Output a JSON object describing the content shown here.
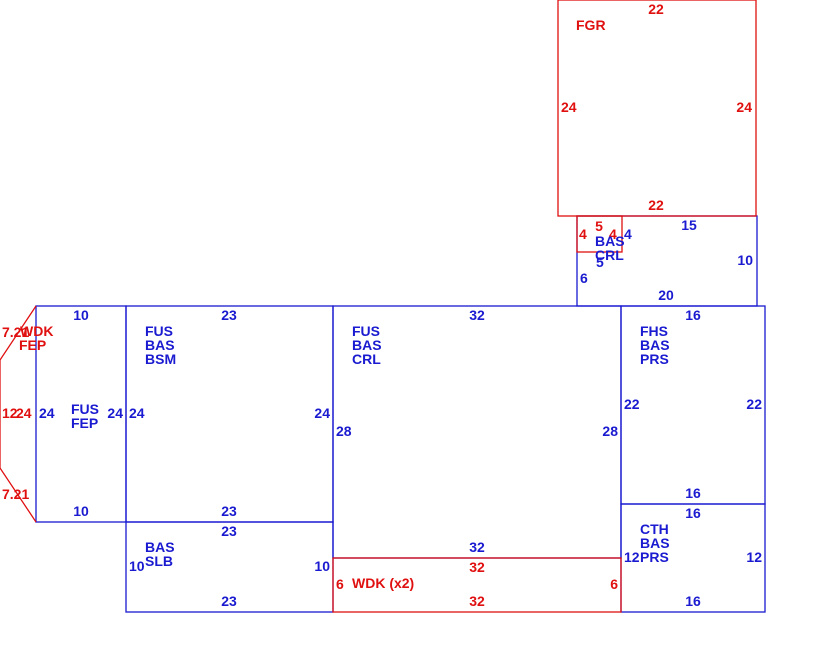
{
  "colors": {
    "blue": "#1a1ad0",
    "red": "#e01010",
    "background": "#ffffff"
  },
  "areas": {
    "fgr": {
      "codes": [
        "FGR"
      ],
      "dims": {
        "top": "22",
        "bottom": "22",
        "left": "24",
        "right": "24"
      }
    },
    "small_red": {
      "dims": {
        "top": "5",
        "left": "4",
        "right": "4"
      }
    },
    "crl_upper": {
      "codes": [
        "BAS",
        "CRL"
      ],
      "dims": {
        "top": "15",
        "bottom": "20",
        "left": "6",
        "right": "10",
        "inner": "5"
      }
    },
    "wdk_side": {
      "codes": [
        "WDK",
        "FEP"
      ],
      "dims": {
        "top_diag": "7.21",
        "bottom_diag": "7.21",
        "left": "12",
        "right": "24"
      }
    },
    "fep": {
      "codes": [
        "FUS",
        "FEP"
      ],
      "dims": {
        "top": "10",
        "bottom": "10",
        "left": "24",
        "right": "24"
      }
    },
    "bsm": {
      "codes": [
        "FUS",
        "BAS",
        "BSM"
      ],
      "dims": {
        "top": "23",
        "bottom": "23",
        "left": "24",
        "right": "24"
      }
    },
    "crl_main": {
      "codes": [
        "FUS",
        "BAS",
        "CRL"
      ],
      "dims": {
        "top": "32",
        "bottom": "32",
        "left": "28",
        "right": "28"
      }
    },
    "prs_upper": {
      "codes": [
        "FHS",
        "BAS",
        "PRS"
      ],
      "dims": {
        "top": "16",
        "bottom": "16",
        "left": "22",
        "right": "22"
      }
    },
    "slb": {
      "codes": [
        "BAS",
        "SLB"
      ],
      "dims": {
        "top": "23",
        "bottom": "23",
        "left": "10",
        "right": "10"
      }
    },
    "wdk_bottom": {
      "codes": [
        "WDK (x2)"
      ],
      "dims": {
        "top": "32",
        "bottom": "32",
        "left": "6",
        "right": "6"
      }
    },
    "cth": {
      "codes": [
        "CTH",
        "BAS",
        "PRS"
      ],
      "dims": {
        "top": "16",
        "bottom": "16",
        "left": "12",
        "right": "12"
      }
    }
  }
}
